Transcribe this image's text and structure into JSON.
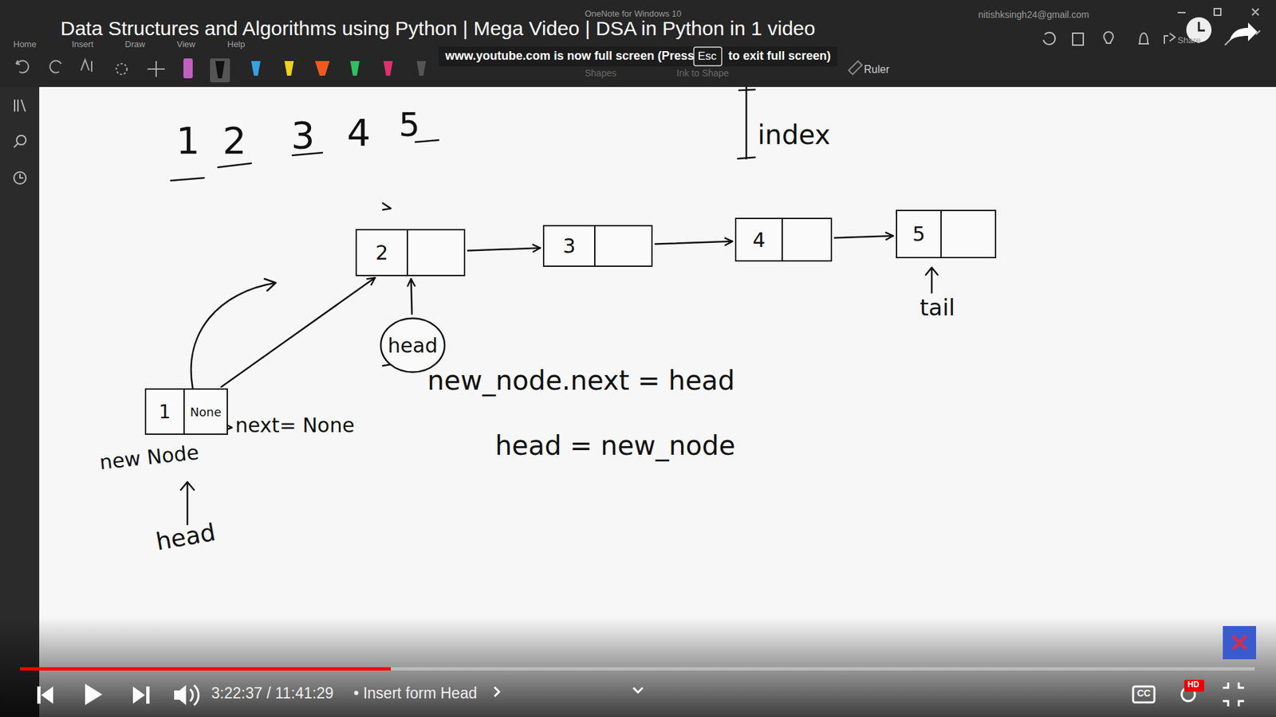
{
  "diagram": {
    "title": "Data Structures and Algorithms using Python | Mega Video | DSA in Python in 1 video",
    "nodes": [
      {
        "text": [
          "2"
        ]
      },
      {
        "text": [
          "3"
        ]
      },
      {
        "text": [
          "4"
        ]
      },
      {
        "text": [
          "5"
        ]
      },
      {
        "text": [
          "head"
        ]
      },
      {
        "text": [
          "1",
          "None"
        ]
      }
    ],
    "edges": [
      {
        "from": 0,
        "to": 1,
        "arrow": "to"
      },
      {
        "from": 1,
        "to": 2,
        "arrow": "to"
      },
      {
        "from": 2,
        "to": 3,
        "arrow": "to"
      },
      {
        "from": 4,
        "to": 0,
        "arrow": "to"
      },
      {
        "from": 5,
        "to": 0,
        "arrow": "to"
      }
    ],
    "labels": [
      "OneNote for Windows 10",
      "nitishksingh24@gmail.com",
      "Home",
      "Insert",
      "Draw",
      "View",
      "Help",
      "Share",
      "www.youtube.com is now full screen (Press",
      "Esc",
      "to exit full screen)",
      "Shapes",
      "Ink to Shape",
      "Ruler",
      "1",
      "2",
      "3",
      "4",
      "5",
      "index",
      "tail",
      "new_node.next = head",
      "head = new_node",
      "next= None",
      "new Node",
      "head",
      "3:22:37 / 11:41:29",
      "• Insert form Head",
      "CC",
      "HD"
    ]
  }
}
